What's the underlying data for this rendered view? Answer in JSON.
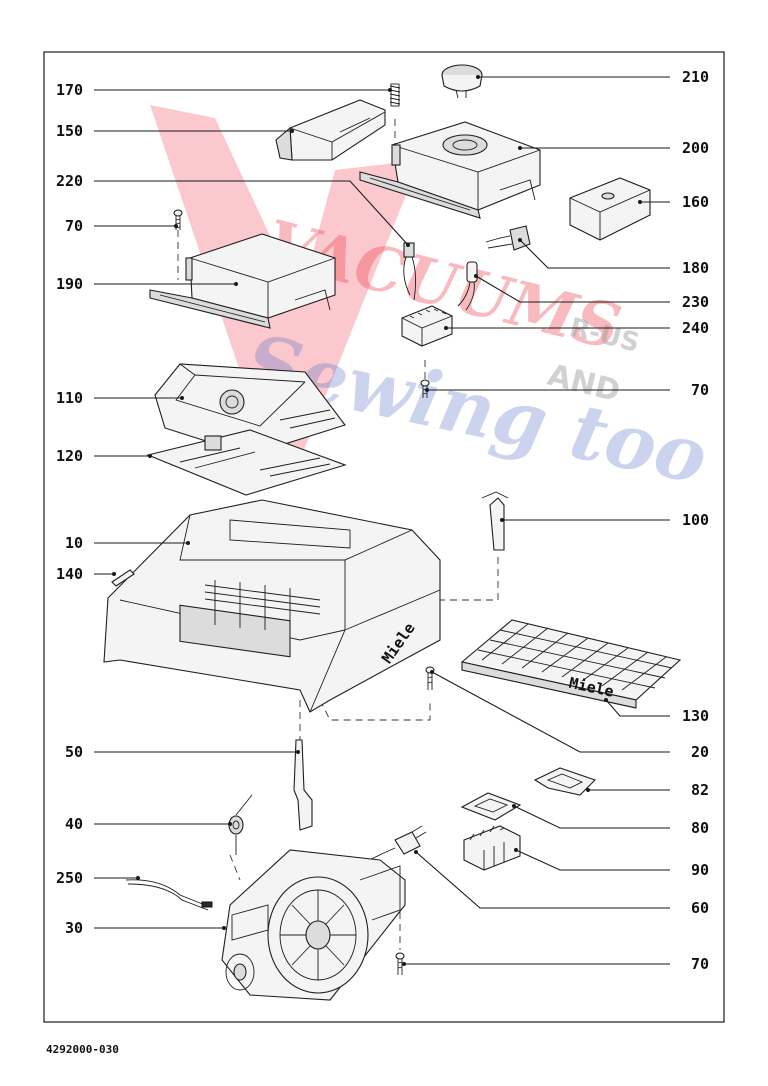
{
  "document_number": "4292000-030",
  "watermark": {
    "line1": "VACUUMS",
    "tag1": "R-US",
    "tag2": "AND",
    "line2": "Sewing too",
    "colors": {
      "red": "#ef3b4a",
      "blue": "#5a6fc8",
      "gray": "#9a9a9a"
    }
  },
  "callouts": {
    "c170": "170",
    "c150": "150",
    "c220": "220",
    "c70a": "70",
    "c190": "190",
    "c110": "110",
    "c120": "120",
    "c10": "10",
    "c140": "140",
    "c50": "50",
    "c40": "40",
    "c250": "250",
    "c30": "30",
    "c210": "210",
    "c200": "200",
    "c160": "160",
    "c180": "180",
    "c230": "230",
    "c240": "240",
    "c70b": "70",
    "c100": "100",
    "c130": "130",
    "c20": "20",
    "c82": "82",
    "c80": "80",
    "c90": "90",
    "c60": "60",
    "c70c": "70"
  },
  "brand_marks": {
    "housing": "Miele",
    "filter": "Miele"
  }
}
